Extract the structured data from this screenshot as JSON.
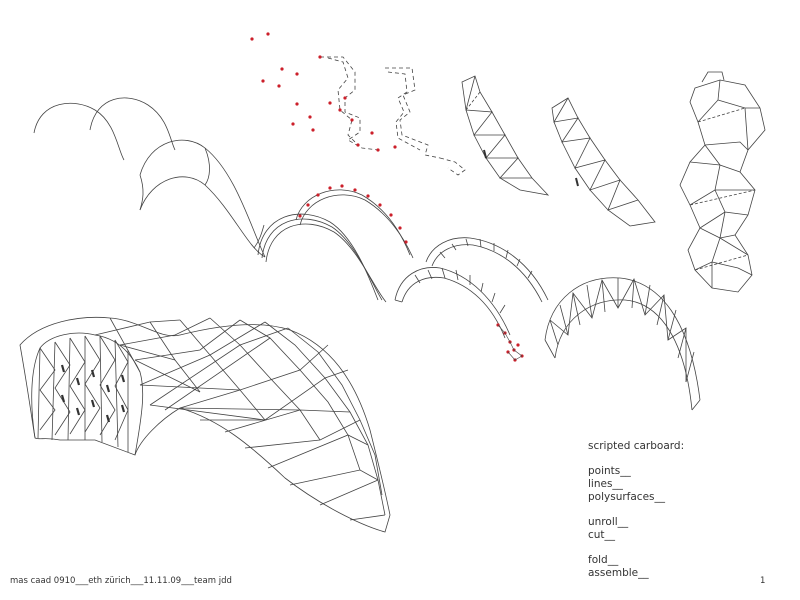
{
  "legend": {
    "title": "scripted carboard:",
    "group1": [
      "points__",
      "lines__",
      "polysurfaces__"
    ],
    "group2": [
      "unroll__",
      "cut__"
    ],
    "group3": [
      "fold__",
      "assemble__"
    ]
  },
  "footer": {
    "caption": "mas caad 0910___eth zürich___11.11.09___team jdd",
    "page_number": "1"
  },
  "colors": {
    "line": "#444444",
    "point": "#cc1f2a"
  }
}
